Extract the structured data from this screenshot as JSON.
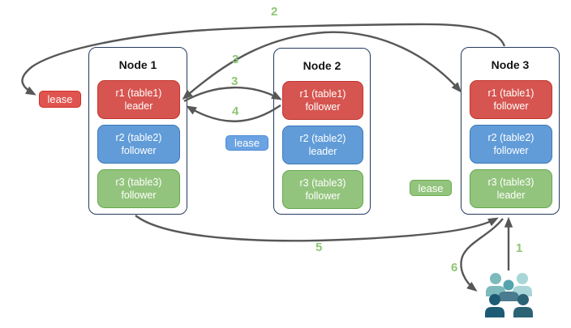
{
  "diagram": {
    "title_hint": "raft-leaseholder-replication-diagram",
    "nodes": [
      {
        "title": "Node 1",
        "replicas": [
          {
            "name": "r1 (table1)",
            "role": "leader",
            "color": "red"
          },
          {
            "name": "r2 (table2)",
            "role": "follower",
            "color": "blue"
          },
          {
            "name": "r3 (table3)",
            "role": "follower",
            "color": "green"
          }
        ]
      },
      {
        "title": "Node 2",
        "replicas": [
          {
            "name": "r1 (table1)",
            "role": "follower",
            "color": "red"
          },
          {
            "name": "r2 (table2)",
            "role": "leader",
            "color": "blue"
          },
          {
            "name": "r3 (table3)",
            "role": "follower",
            "color": "green"
          }
        ]
      },
      {
        "title": "Node 3",
        "replicas": [
          {
            "name": "r1 (table1)",
            "role": "follower",
            "color": "red"
          },
          {
            "name": "r2 (table2)",
            "role": "follower",
            "color": "blue"
          },
          {
            "name": "r3 (table3)",
            "role": "leader",
            "color": "green"
          }
        ]
      }
    ],
    "leases": [
      {
        "label": "lease",
        "variant": "red"
      },
      {
        "label": "lease",
        "variant": "blue"
      },
      {
        "label": "lease",
        "variant": "green"
      }
    ],
    "steps": [
      {
        "text": "1"
      },
      {
        "text": "2"
      },
      {
        "text": "3"
      },
      {
        "text": "3"
      },
      {
        "text": "4"
      },
      {
        "text": "5"
      },
      {
        "text": "6"
      }
    ],
    "icons": [
      {
        "name": "users-group-icon"
      }
    ],
    "colors": {
      "replica_red": "#d65550",
      "replica_red_border": "#c1352d",
      "replica_blue": "#619cd8",
      "replica_blue_border": "#3d7ab6",
      "replica_green": "#93c47d",
      "replica_green_border": "#64a850",
      "lease_red": "#e0544f",
      "lease_red_border": "#d22f28",
      "lease_blue": "#6ba3e2",
      "lease_blue_border": "#4c8cd6",
      "lease_green": "#93c47d",
      "lease_green_border": "#6aad52",
      "node_border": "#24395e",
      "arrow": "#575757",
      "step_label": "#8cc673",
      "users_palette": [
        "#7cbabc",
        "#a9d6d8",
        "#55a4ad",
        "#4a7b8e",
        "#1d5b75",
        "#2b6375"
      ]
    }
  }
}
